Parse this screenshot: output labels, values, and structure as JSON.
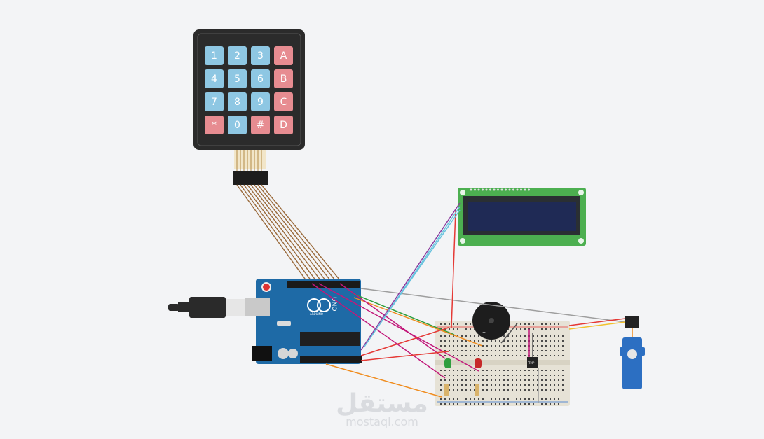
{
  "keypad": {
    "rows": [
      [
        "1",
        "2",
        "3",
        "A"
      ],
      [
        "4",
        "5",
        "6",
        "B"
      ],
      [
        "7",
        "8",
        "9",
        "C"
      ],
      [
        "*",
        "0",
        "#",
        "D"
      ]
    ]
  },
  "arduino": {
    "logo_text": "ARDUINO",
    "model_text": "UNO"
  },
  "servo": {
    "label": ""
  },
  "tmp_sensor": {
    "label": "TMP"
  },
  "watermark": {
    "arabic": "مستقل",
    "latin": "mostaql.com"
  },
  "colors": {
    "background": "#f3f4f6",
    "keypad_body": "#2b2b2b",
    "key_blue": "#8ec7e3",
    "key_red": "#e78c91",
    "lcd_pcb": "#4caf50",
    "lcd_screen": "#1f2a55",
    "arduino_pcb": "#1e6aa6",
    "breadboard": "#e6e2d6",
    "servo_body": "#2c6fc2",
    "wire_brown": "#9a6a3b",
    "wire_red": "#e53935",
    "wire_green": "#2e9e3e",
    "wire_purple": "#8b3a9e",
    "wire_cyan": "#66c2de",
    "wire_orange": "#f08c1e",
    "wire_magenta": "#c2187a",
    "wire_yellow": "#f2c12e",
    "wire_gray": "#9e9e9e"
  },
  "icons": [
    "keypad-icon",
    "lcd-icon",
    "arduino-icon",
    "usb-cable-icon",
    "buzzer-icon",
    "led-green-icon",
    "led-red-icon",
    "resistor-icon",
    "servo-icon",
    "tmp-sensor-icon",
    "breadboard-icon"
  ]
}
